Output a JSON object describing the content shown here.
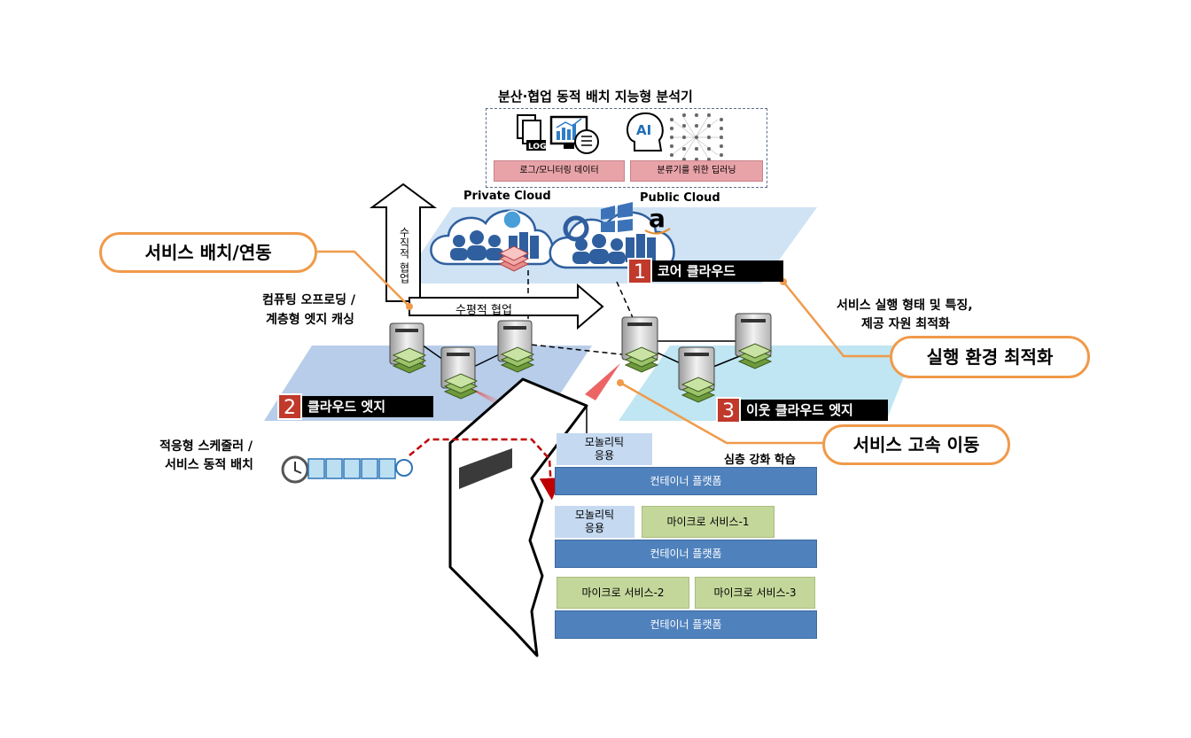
{
  "analyzer": {
    "title": "분산·협업 동적 배치 지능형 분석기",
    "log_icon_text": "LOG",
    "ai_icon_text": "AI",
    "label_log": "로그/모니터링 데이터",
    "label_dl": "분류기를 위한 딥러닝"
  },
  "clouds": {
    "private": "Private Cloud",
    "public": "Public Cloud",
    "amazon_glyph": "a"
  },
  "arrows": {
    "vertical": "수직적 협업",
    "horizontal": "수평적 협업"
  },
  "callouts": {
    "placement": "서비스 배치/연동",
    "runtime": "실행 환경 최적화",
    "migration": "서비스 고속 이동"
  },
  "labels": {
    "core": {
      "num": "1",
      "text": "코어 클라우드"
    },
    "edge": {
      "num": "2",
      "text": "클라우드 엣지"
    },
    "neighbor": {
      "num": "3",
      "text": "이웃 클라우드 엣지"
    }
  },
  "texts": {
    "offloading_1": "컴퓨팅 오프로딩 /",
    "offloading_2": "계층형 엣지 캐싱",
    "service_char_1": "서비스 실행 형태 및 특징,",
    "service_char_2": "제공 자원 최적화",
    "scheduler_1": "적응형 스케줄러 /",
    "scheduler_2": "서비스 동적 배치",
    "deep_rl": "심층 강화 학습"
  },
  "stack": {
    "layer1": {
      "mono": "모놀리틱\n응용",
      "platform": "컨테이너 플랫폼"
    },
    "layer2": {
      "mono": "모놀리틱\n응용",
      "micro1": "마이크로 서비스-1",
      "platform": "컨테이너 플랫폼"
    },
    "layer3": {
      "micro2": "마이크로 서비스-2",
      "micro3": "마이크로 서비스-3",
      "platform": "컨테이너 플랫폼"
    }
  },
  "colors": {
    "callout_border": "#f09a4a",
    "label_red": "#c0392b",
    "platform_blue": "#4f81bd",
    "mono_lightblue": "#c5d9f1",
    "micro_green": "#c4d79b",
    "plane_core": "#cfe3f5",
    "plane_edge": "#b7cde9",
    "plane_neighbor": "#bfe6f2"
  }
}
